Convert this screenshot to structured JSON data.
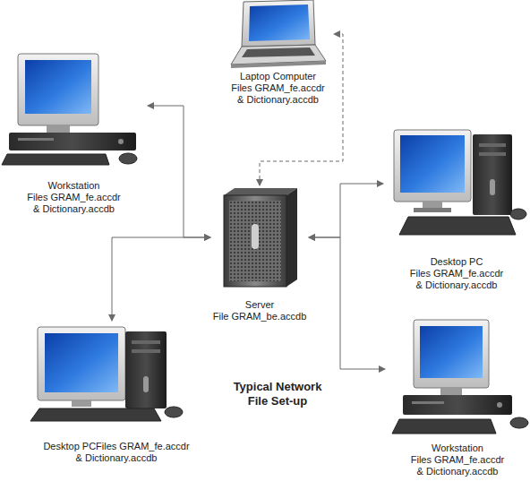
{
  "diagram": {
    "title": "Typical Network File Set-up",
    "nodes": [
      {
        "text": [
          "Laptop Computer",
          "Files GRAM_fe.accdr & Dictionary.accdb"
        ]
      },
      {
        "text": [
          "Workstation",
          "Files GRAM_fe.accdr & Dictionary.accdb"
        ]
      },
      {
        "text": [
          "Desktop PC",
          "Files GRAM_fe.accdr & Dictionary.accdb"
        ]
      },
      {
        "text": [
          "Server",
          "File GRAM_be.accdb"
        ]
      },
      {
        "text": [
          "Desktop PCFiles GRAM_fe.accdr & Dictionary.accdb"
        ]
      },
      {
        "text": [
          "Workstation",
          "Files GRAM_fe.accdr & Dictionary.accdb"
        ]
      }
    ],
    "edges": [
      {
        "from": 3,
        "to": 0,
        "arrow": "both"
      },
      {
        "from": 3,
        "to": 1,
        "arrow": "both"
      },
      {
        "from": 3,
        "to": 2,
        "arrow": "both"
      },
      {
        "from": 3,
        "to": 4,
        "arrow": "both"
      },
      {
        "from": 3,
        "to": 5,
        "arrow": "both"
      }
    ]
  }
}
